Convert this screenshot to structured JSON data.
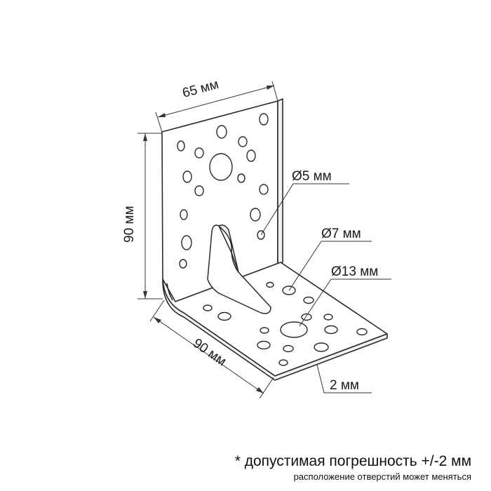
{
  "dimensions": {
    "width_top": "65 мм",
    "height_left": "90 мм",
    "length_bottom": "90 мм",
    "thickness": "2 мм"
  },
  "hole_callouts": {
    "small": "Ø5 мм",
    "medium": "Ø7 мм",
    "large": "Ø13 мм"
  },
  "notes": {
    "tolerance": "* допустимая погрешность +/-2 мм",
    "hole_layout": "расположение отверстий может меняться"
  }
}
